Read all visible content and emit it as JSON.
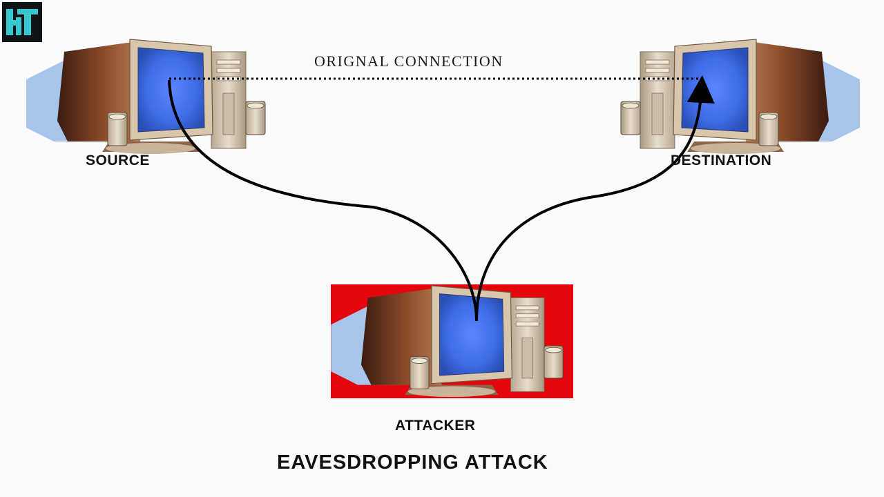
{
  "logo": {
    "text": "HT"
  },
  "connection": {
    "label": "ORIGNAL CONNECTION"
  },
  "nodes": {
    "source": {
      "label": "SOURCE"
    },
    "destination": {
      "label": "DESTINATION"
    },
    "attacker": {
      "label": "ATTACKER"
    }
  },
  "title": "EAVESDROPPING ATTACK",
  "colors": {
    "attacker_bg": "#e3060c",
    "screen": "#3b6fe0",
    "shadow": "#a8c4ea",
    "case": "#d7c8b3",
    "monitor_side": "#6e3a22"
  }
}
